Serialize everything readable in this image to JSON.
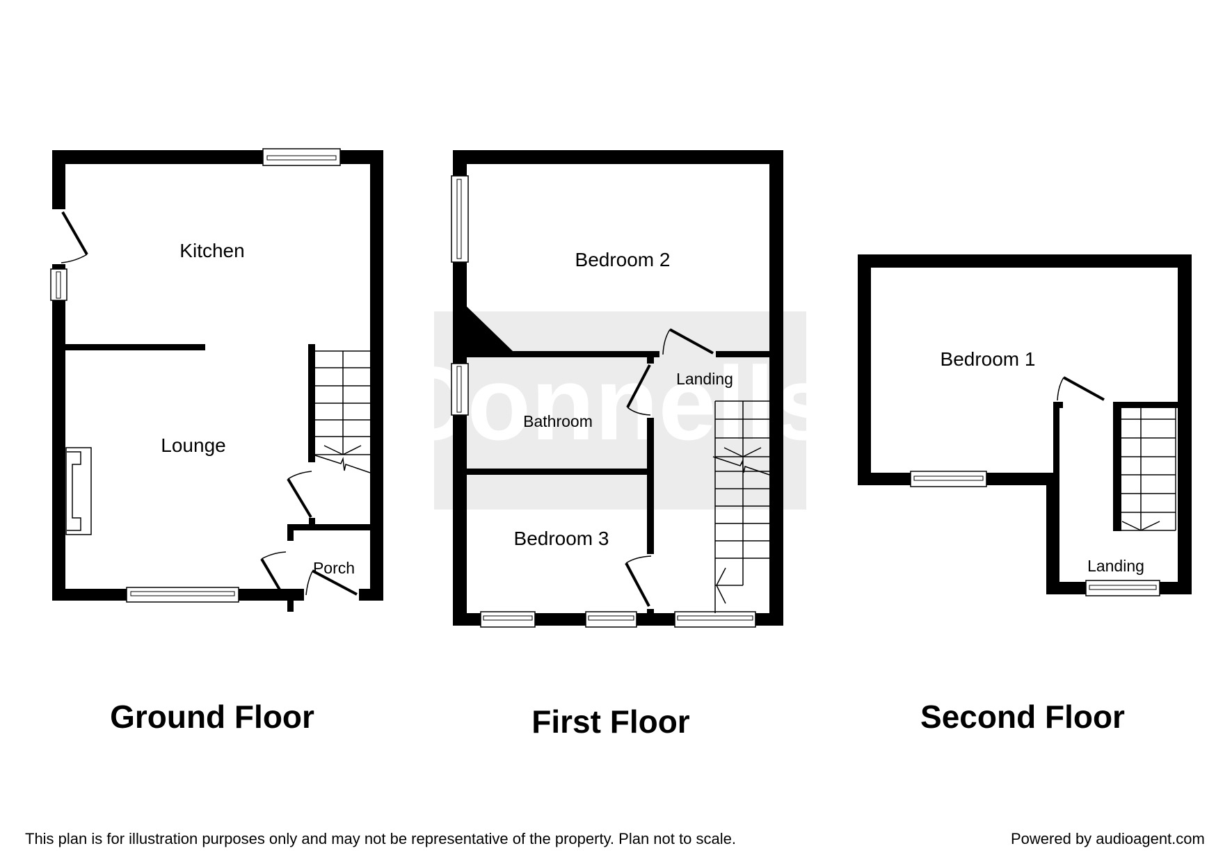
{
  "colors": {
    "wall": "#000000",
    "background": "#ffffff",
    "watermark_band": "#ececec",
    "watermark_text": "#ffffff"
  },
  "watermark": {
    "text": "Connells"
  },
  "floors": [
    {
      "title": "Ground Floor",
      "rooms": [
        {
          "name": "Kitchen"
        },
        {
          "name": "Lounge"
        },
        {
          "name": "Porch"
        }
      ],
      "features": [
        "stairs",
        "fireplace",
        "windows",
        "doors"
      ]
    },
    {
      "title": "First Floor",
      "rooms": [
        {
          "name": "Bedroom 2"
        },
        {
          "name": "Landing"
        },
        {
          "name": "Bathroom"
        },
        {
          "name": "Bedroom 3"
        }
      ],
      "features": [
        "stairs",
        "chimney-breast",
        "windows",
        "doors"
      ]
    },
    {
      "title": "Second Floor",
      "rooms": [
        {
          "name": "Bedroom 1"
        },
        {
          "name": "Landing"
        }
      ],
      "features": [
        "stairs",
        "windows",
        "doors"
      ]
    }
  ],
  "footer": {
    "disclaimer": "This plan is for illustration purposes only and may not be representative of the property. Plan not to scale.",
    "powered_by": "Powered by audioagent.com"
  }
}
